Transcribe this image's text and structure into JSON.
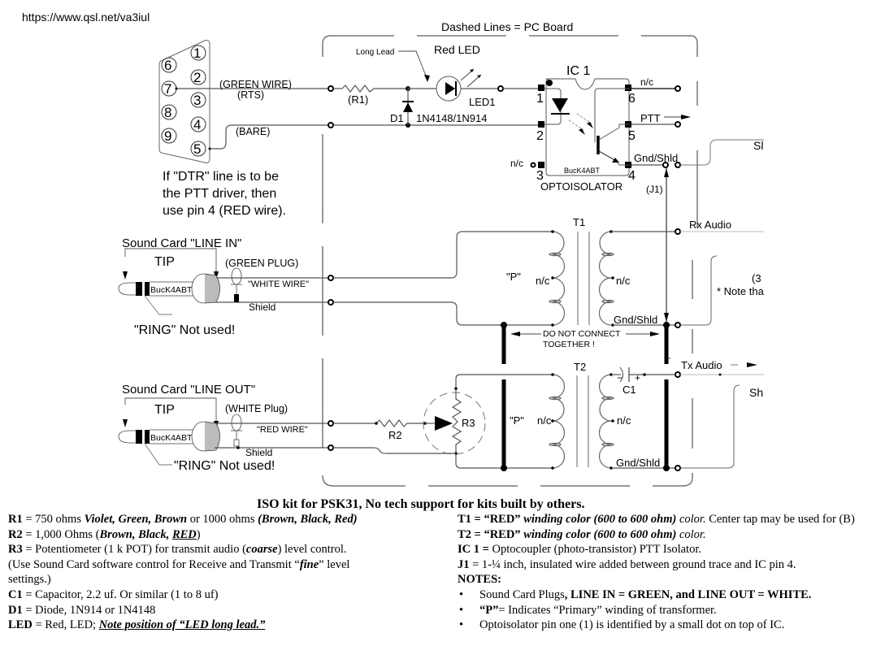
{
  "url": "https://www.qsl.net/va3iul",
  "board_label": "Dashed Lines = PC Board",
  "db9": {
    "pins": [
      "1",
      "2",
      "3",
      "4",
      "5",
      "6",
      "7",
      "8",
      "9"
    ],
    "green_wire": "(GREEN WIRE)",
    "rts": "(RTS)",
    "bare": "(BARE)",
    "dtr_note": [
      "If \"DTR\" line is to be",
      "the PTT driver, then",
      "use pin 4 (RED wire)."
    ]
  },
  "led_section": {
    "long_lead": "Long Lead",
    "red_led": "Red LED",
    "r1": "(R1)",
    "d1": "D1",
    "diode_part": "1N4148/1N914",
    "led1": "LED1"
  },
  "ic": {
    "title": "IC 1",
    "pins": [
      "1",
      "2",
      "3",
      "4",
      "5",
      "6"
    ],
    "brand": "BucK4ABT",
    "name": "OPTOISOLATOR",
    "nc_left": "n/c",
    "nc_right": "n/c",
    "ptt": "PTT",
    "gnd": "Gnd/Shld",
    "j1": "(J1)"
  },
  "line_in": {
    "title": "Sound Card \"LINE IN\"",
    "tip": "TIP",
    "plug": "(GREEN PLUG)",
    "wire": "\"WHITE WIRE\"",
    "shield": "Shield",
    "ring": "\"RING\" Not used!",
    "brand": "BucK4ABT"
  },
  "line_out": {
    "title": "Sound Card \"LINE OUT\"",
    "tip": "TIP",
    "plug": "(WHITE Plug)",
    "wire": "\"RED WIRE\"",
    "shield": "Shield",
    "ring": "\"RING\" Not used!",
    "brand": "BucK4ABT"
  },
  "t1": {
    "name": "T1",
    "primary": "\"P\"",
    "nc_left": "n/c",
    "nc_right": "n/c",
    "gnd": "Gnd/Shld",
    "rx_audio": "Rx Audio",
    "do_not_connect": [
      "DO NOT CONNECT",
      "TOGETHER !"
    ]
  },
  "t2": {
    "name": "T2",
    "primary": "\"P\"",
    "nc_left": "n/c",
    "nc_right": "n/c",
    "gnd": "Gnd/Shld",
    "tx_audio": "Tx Audio",
    "c1": "C1",
    "minus": "−",
    "plus": "+",
    "r2": "R2",
    "r3": "R3"
  },
  "cutoff_labels": {
    "sh_top": "Sl",
    "note3": "(3",
    "note_that": "* Note tha",
    "sh_bottom": "Sh"
  },
  "notes": {
    "title": "ISO kit for PSK31, No tech support for kits built by others.",
    "left": [
      {
        "key": "R1",
        "parts": [
          " = 750 ohms ",
          "Violet, Green, Brown",
          "  or 1000 ohms ",
          "(Brown, Black, Red)"
        ]
      },
      {
        "key": "R2",
        "parts": [
          " = 1,000 Ohms (",
          "Brown, Black, ",
          "RED",
          ")"
        ]
      },
      {
        "key": "R3",
        "parts": [
          " = Potentiometer (1 k POT) for transmit audio (",
          "coarse",
          ") level control."
        ]
      },
      {
        "text": [
          "(Use Sound Card software control for Receive and Transmit  “",
          "fine",
          "” level"
        ]
      },
      {
        "text": [
          "settings.)"
        ]
      },
      {
        "key": "C1",
        "parts": [
          " =  Capacitor,  2.2 uf. Or similar (1 to 8 uf)"
        ]
      },
      {
        "key": "D1",
        "parts": [
          " = Diode, 1N914 or 1N4148"
        ]
      },
      {
        "key": "LED",
        "parts": [
          " = Red, LED; ",
          "Note position of “LED long lead.”"
        ]
      }
    ],
    "right": [
      {
        "key": "T1 = ",
        "parts": [
          "“RED” ",
          "winding color (600 to 600 ohm)",
          " color.",
          " Center tap may be used for (B)"
        ]
      },
      {
        "key": "T2 = ",
        "parts": [
          "“RED” ",
          "winding color (600 to 600 ohm)",
          " color."
        ]
      },
      {
        "key": "IC 1 = ",
        "parts": [
          " Optocoupler (photo-transistor) PTT  Isolator."
        ]
      },
      {
        "key": "J1",
        "parts": [
          "  = 1-¼ inch, insulated wire added between ground trace and IC pin 4."
        ]
      },
      {
        "key": "NOTES:"
      }
    ],
    "bullets": [
      {
        "parts": [
          "Sound Card Plugs",
          ", LINE IN = GREEN, and LINE OUT = WHITE."
        ]
      },
      {
        "parts": [
          "“P”",
          "  =  Indicates “Primary” winding of transformer."
        ]
      },
      {
        "parts": [
          "Optoisolator pin one (1) is identified by a small dot on top of IC."
        ]
      }
    ],
    "bullet_char": "•"
  }
}
